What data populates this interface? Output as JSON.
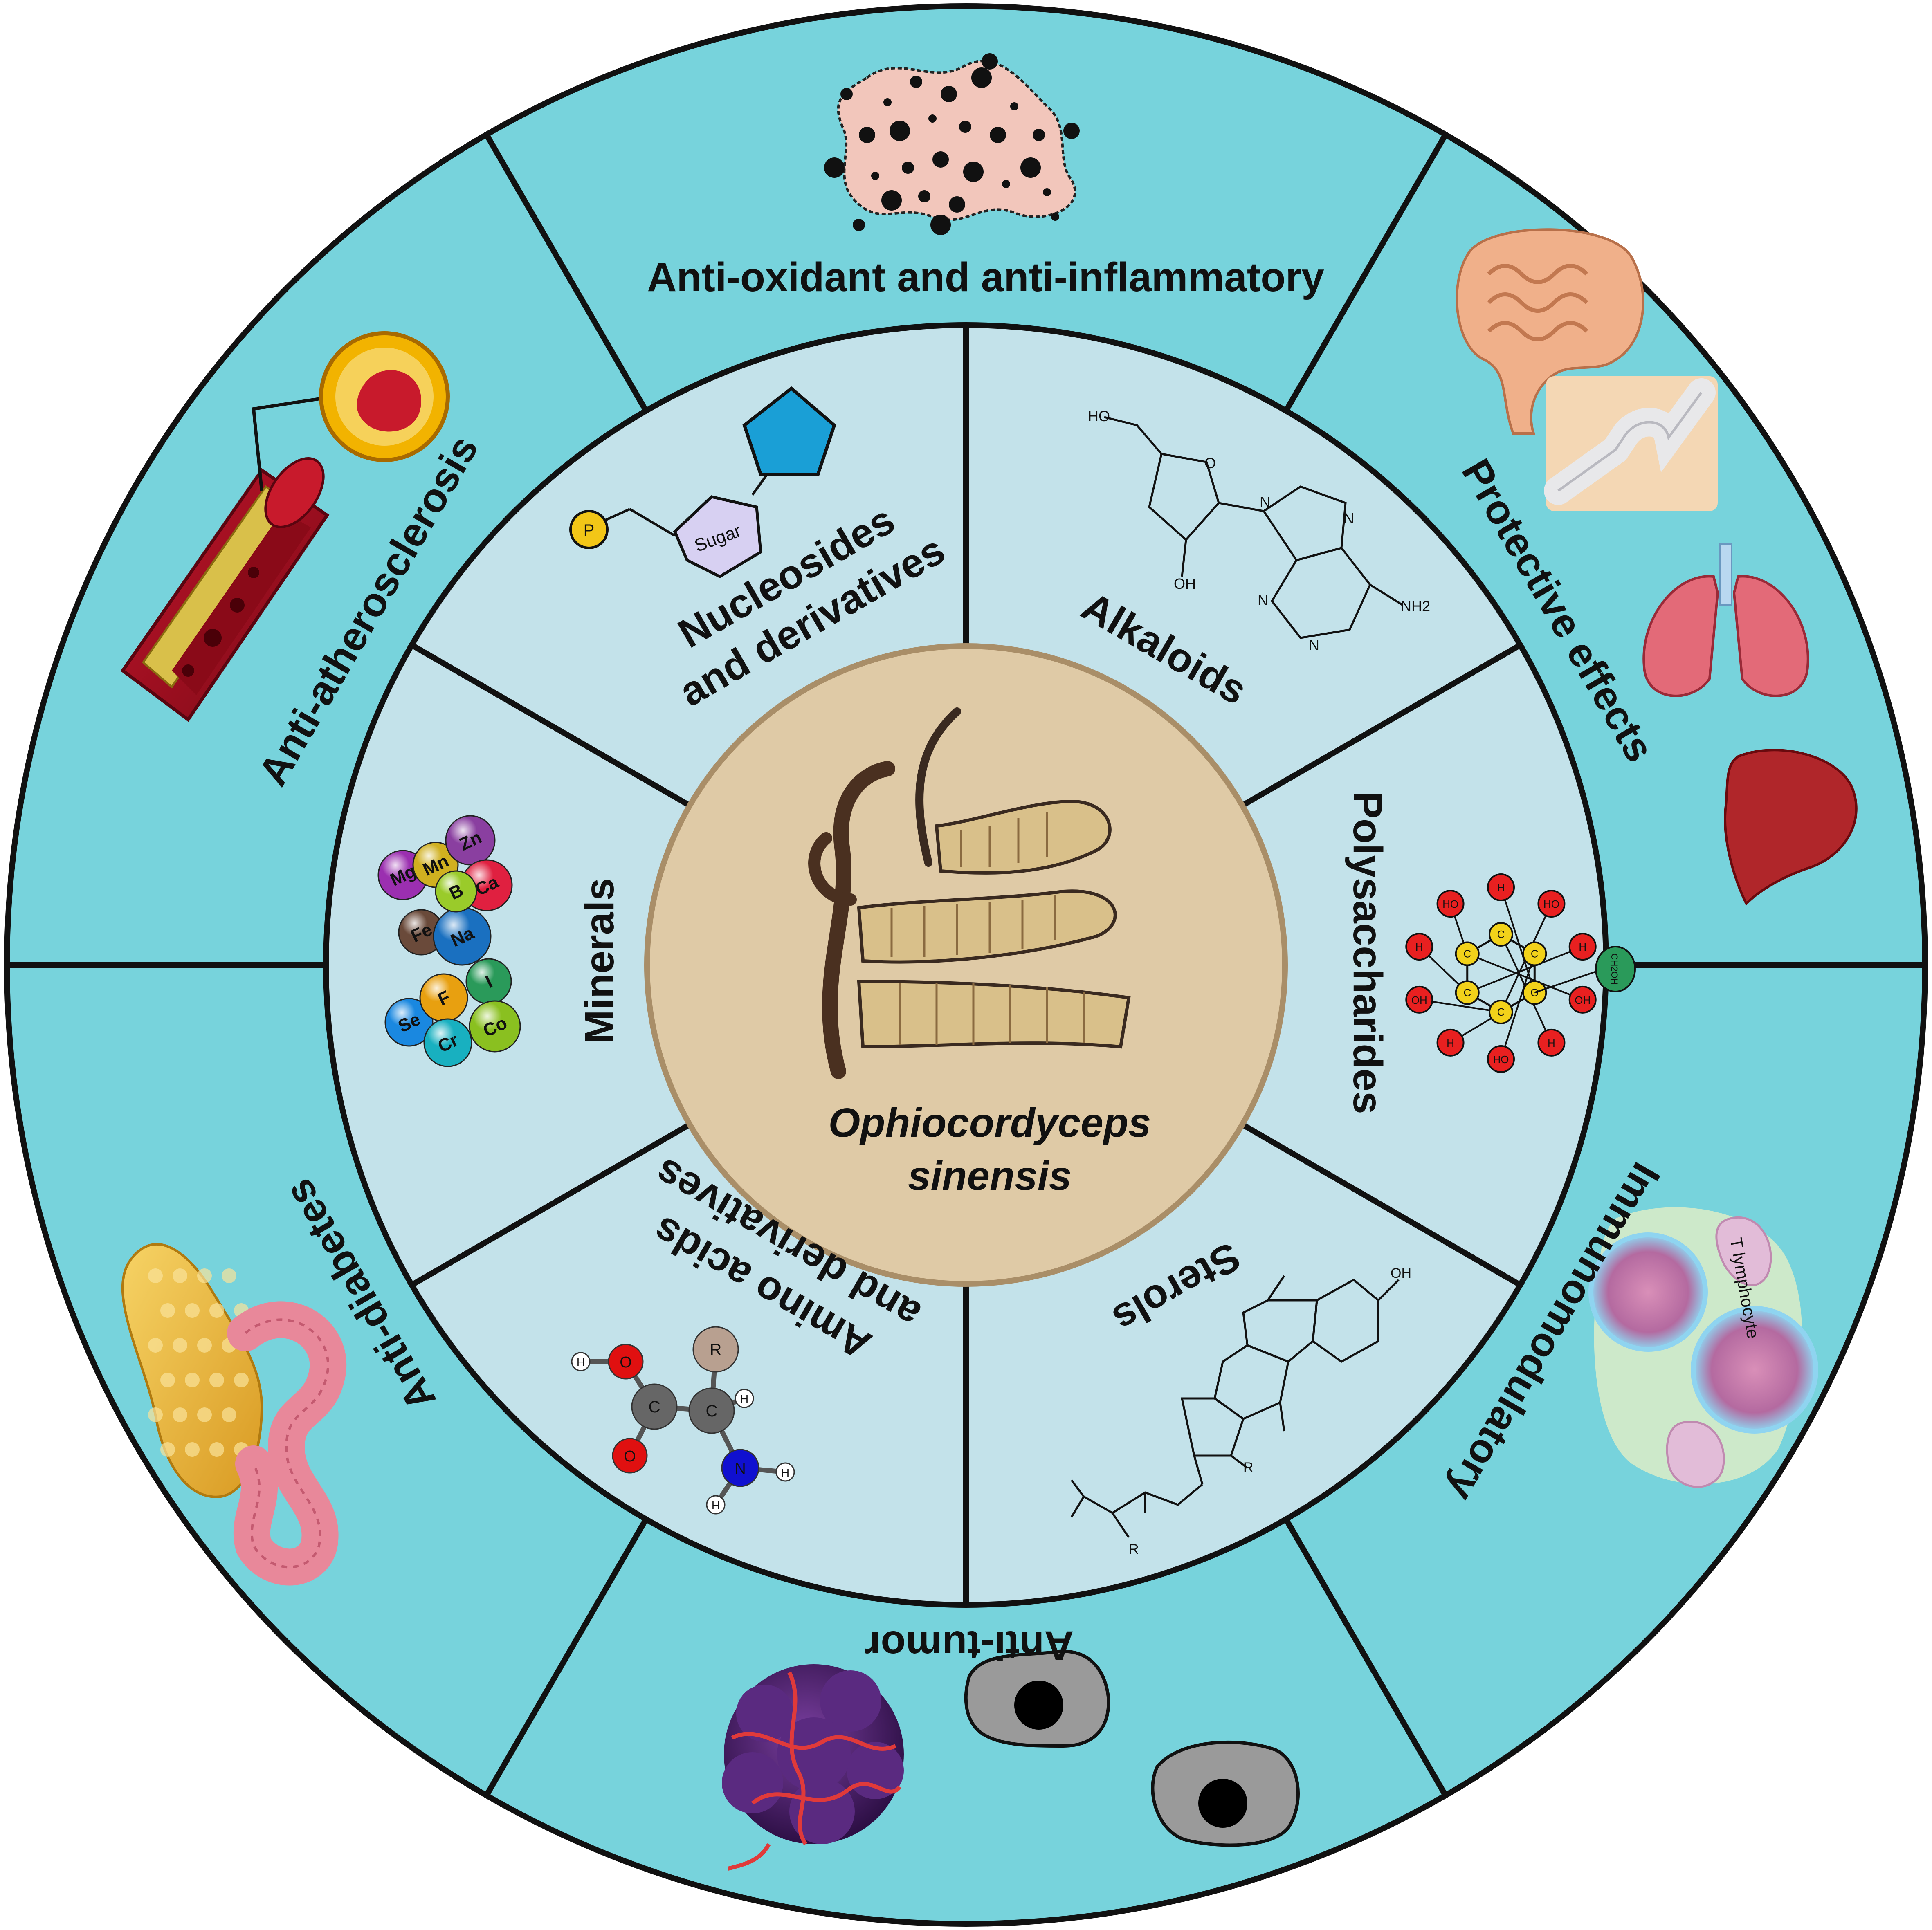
{
  "center": {
    "label_line1": "Ophiocordyceps",
    "label_line2": "sinensis",
    "fill": "#dfcaa6",
    "stroke": "#a98e68"
  },
  "colors": {
    "outer_ring": "#77d3dc",
    "inner_ring": "#c3e2ea",
    "lines": "#111111"
  },
  "components": [
    {
      "key": "nucleosides",
      "line1": "Nucleosides",
      "line2": "and derivatives"
    },
    {
      "key": "alkaloids",
      "line1": "Alkaloids"
    },
    {
      "key": "polysaccharides",
      "line1": "Polysaccharides"
    },
    {
      "key": "sterols",
      "line1": "Sterols"
    },
    {
      "key": "amino_acids",
      "line1": "Amino acids",
      "line2": "and derivatives"
    },
    {
      "key": "minerals",
      "line1": "Minerals"
    }
  ],
  "effects": [
    {
      "key": "anti_oxidant",
      "label": "Anti-oxidant and anti-inflammatory"
    },
    {
      "key": "protective",
      "label": "Protective effects"
    },
    {
      "key": "immuno",
      "label": "Immunomodulatory"
    },
    {
      "key": "anti_tumor",
      "label": "Anti-tumor"
    },
    {
      "key": "anti_diabetes",
      "label": "Anti-diabetes"
    },
    {
      "key": "anti_athero",
      "label": "Anti-atherosclerosis"
    }
  ],
  "icons": {
    "nucleoside": {
      "phosphate": "P",
      "sugar": "Sugar"
    },
    "alkaloid": {
      "ho": "HO",
      "o": "O",
      "oh": "OH",
      "n": "N",
      "nh2": "NH2"
    },
    "polysaccharide": {
      "ch2oh": "CH2OH",
      "c": "C",
      "o": "O",
      "h": "H",
      "ho": "HO",
      "oh": "OH"
    },
    "sterol": {
      "oh": "OH",
      "r": "R"
    },
    "amino_acid": {
      "r": "R",
      "c": "C",
      "o": "O",
      "n": "N",
      "h": "H"
    },
    "minerals": [
      "Mg",
      "Mn",
      "Zn",
      "Ca",
      "Fe",
      "Na",
      "B",
      "Se",
      "F",
      "I",
      "Cr",
      "Co"
    ],
    "lymph": "T lymphocyte"
  }
}
